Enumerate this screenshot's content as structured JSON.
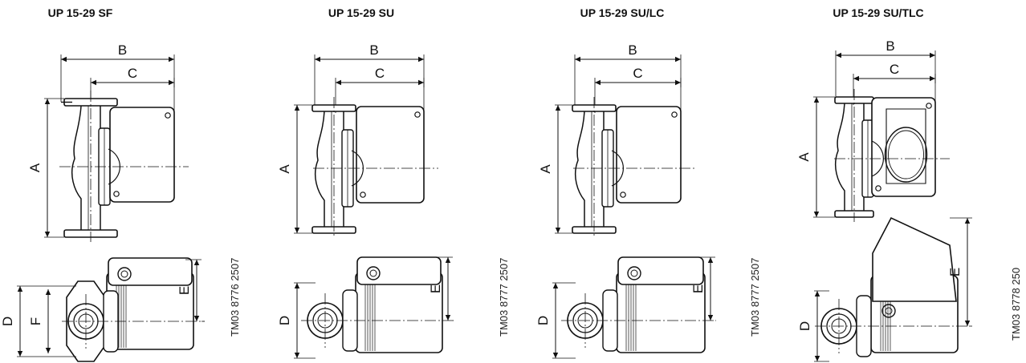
{
  "panels": [
    {
      "title": "UP 15-29 SF",
      "code": "TM03 8776 2507",
      "variant": "SF",
      "labels": {
        "A": "A",
        "B": "B",
        "C": "C",
        "D": "D",
        "E": "E",
        "F": "F"
      }
    },
    {
      "title": "UP 15-29 SU",
      "code": "TM03 8777 2507",
      "variant": "SU",
      "labels": {
        "A": "A",
        "B": "B",
        "C": "C",
        "D": "D",
        "E": "E"
      }
    },
    {
      "title": "UP 15-29 SU/LC",
      "code": "TM03 8777 2507",
      "variant": "SU",
      "labels": {
        "A": "A",
        "B": "B",
        "C": "C",
        "D": "D",
        "E": "E"
      }
    },
    {
      "title": "UP 15-29 SU/TLC",
      "code": "TM03 8778 250",
      "variant": "TLC",
      "labels": {
        "A": "A",
        "B": "B",
        "C": "C",
        "D": "D",
        "E": "E"
      }
    }
  ]
}
